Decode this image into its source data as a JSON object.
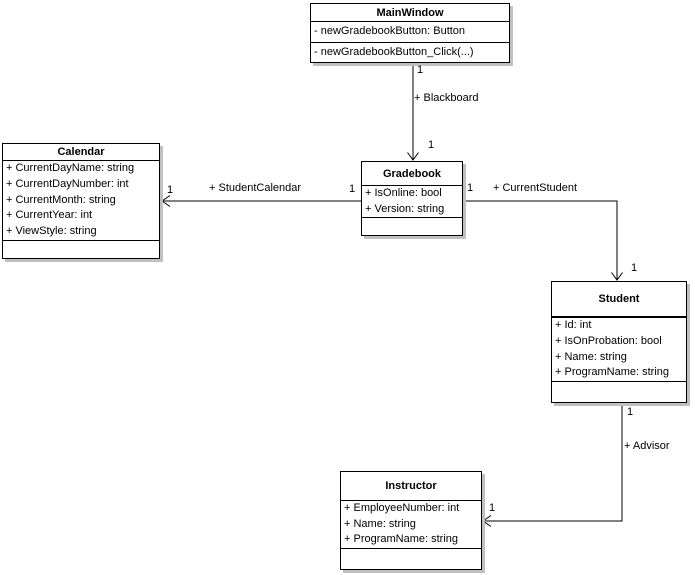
{
  "colors": {
    "background": "#ffffff",
    "box_fill": "#ffffff",
    "box_border": "#000000",
    "box_shadow": "#c0c0c0",
    "text": "#000000"
  },
  "classes": [
    {
      "name": "MainWindow",
      "attributes": [
        "- newGradebookButton: Button"
      ],
      "methods": [
        "- newGradebookButton_Click(...)"
      ]
    },
    {
      "name": "Calendar",
      "attributes": [
        "+ CurrentDayName: string",
        "+ CurrentDayNumber: int",
        "+ CurrentMonth: string",
        "+ CurrentYear: int",
        "+ ViewStyle: string"
      ],
      "methods": []
    },
    {
      "name": "Gradebook",
      "attributes": [
        "+ IsOnline: bool",
        "+ Version: string"
      ],
      "methods": []
    },
    {
      "name": "Student",
      "attributes": [
        "+ Id: int",
        "+ IsOnProbation: bool",
        "+ Name: string",
        "+ ProgramName: string"
      ],
      "methods": []
    },
    {
      "name": "Instructor",
      "attributes": [
        "+ EmployeeNumber: int",
        "+ Name: string",
        "+ ProgramName: string"
      ],
      "methods": []
    }
  ],
  "associations": [
    {
      "from": "MainWindow",
      "to": "Gradebook",
      "label": "+ Blackboard",
      "source_multiplicity": "1",
      "target_multiplicity": "1"
    },
    {
      "from": "Gradebook",
      "to": "Calendar",
      "label": "+ StudentCalendar",
      "source_multiplicity": "1",
      "target_multiplicity": "1"
    },
    {
      "from": "Gradebook",
      "to": "Student",
      "label": "+ CurrentStudent",
      "source_multiplicity": "1",
      "target_multiplicity": "1"
    },
    {
      "from": "Student",
      "to": "Instructor",
      "label": "+ Advisor",
      "source_multiplicity": "1",
      "target_multiplicity": "1"
    }
  ]
}
